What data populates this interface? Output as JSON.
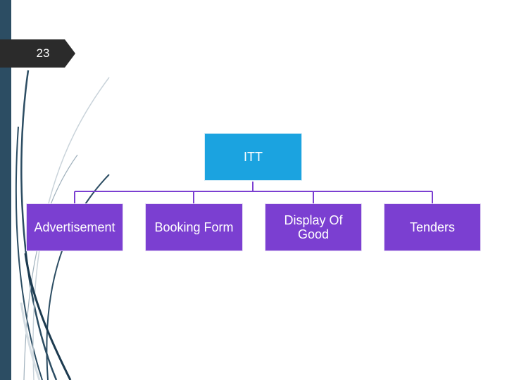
{
  "slide": {
    "number": "23"
  },
  "diagram": {
    "root": {
      "label": "ITT"
    },
    "children": [
      {
        "label": "Advertisement"
      },
      {
        "label": "Booking Form"
      },
      {
        "label": "Display Of Good"
      },
      {
        "label": "Tenders"
      }
    ]
  },
  "colors": {
    "left_bar": "#2c4d63",
    "slide_number_tab": "#2b2b2b",
    "root_box": "#1ba3e0",
    "child_box": "#7b3fd1",
    "connector": "#7b3fd1"
  }
}
